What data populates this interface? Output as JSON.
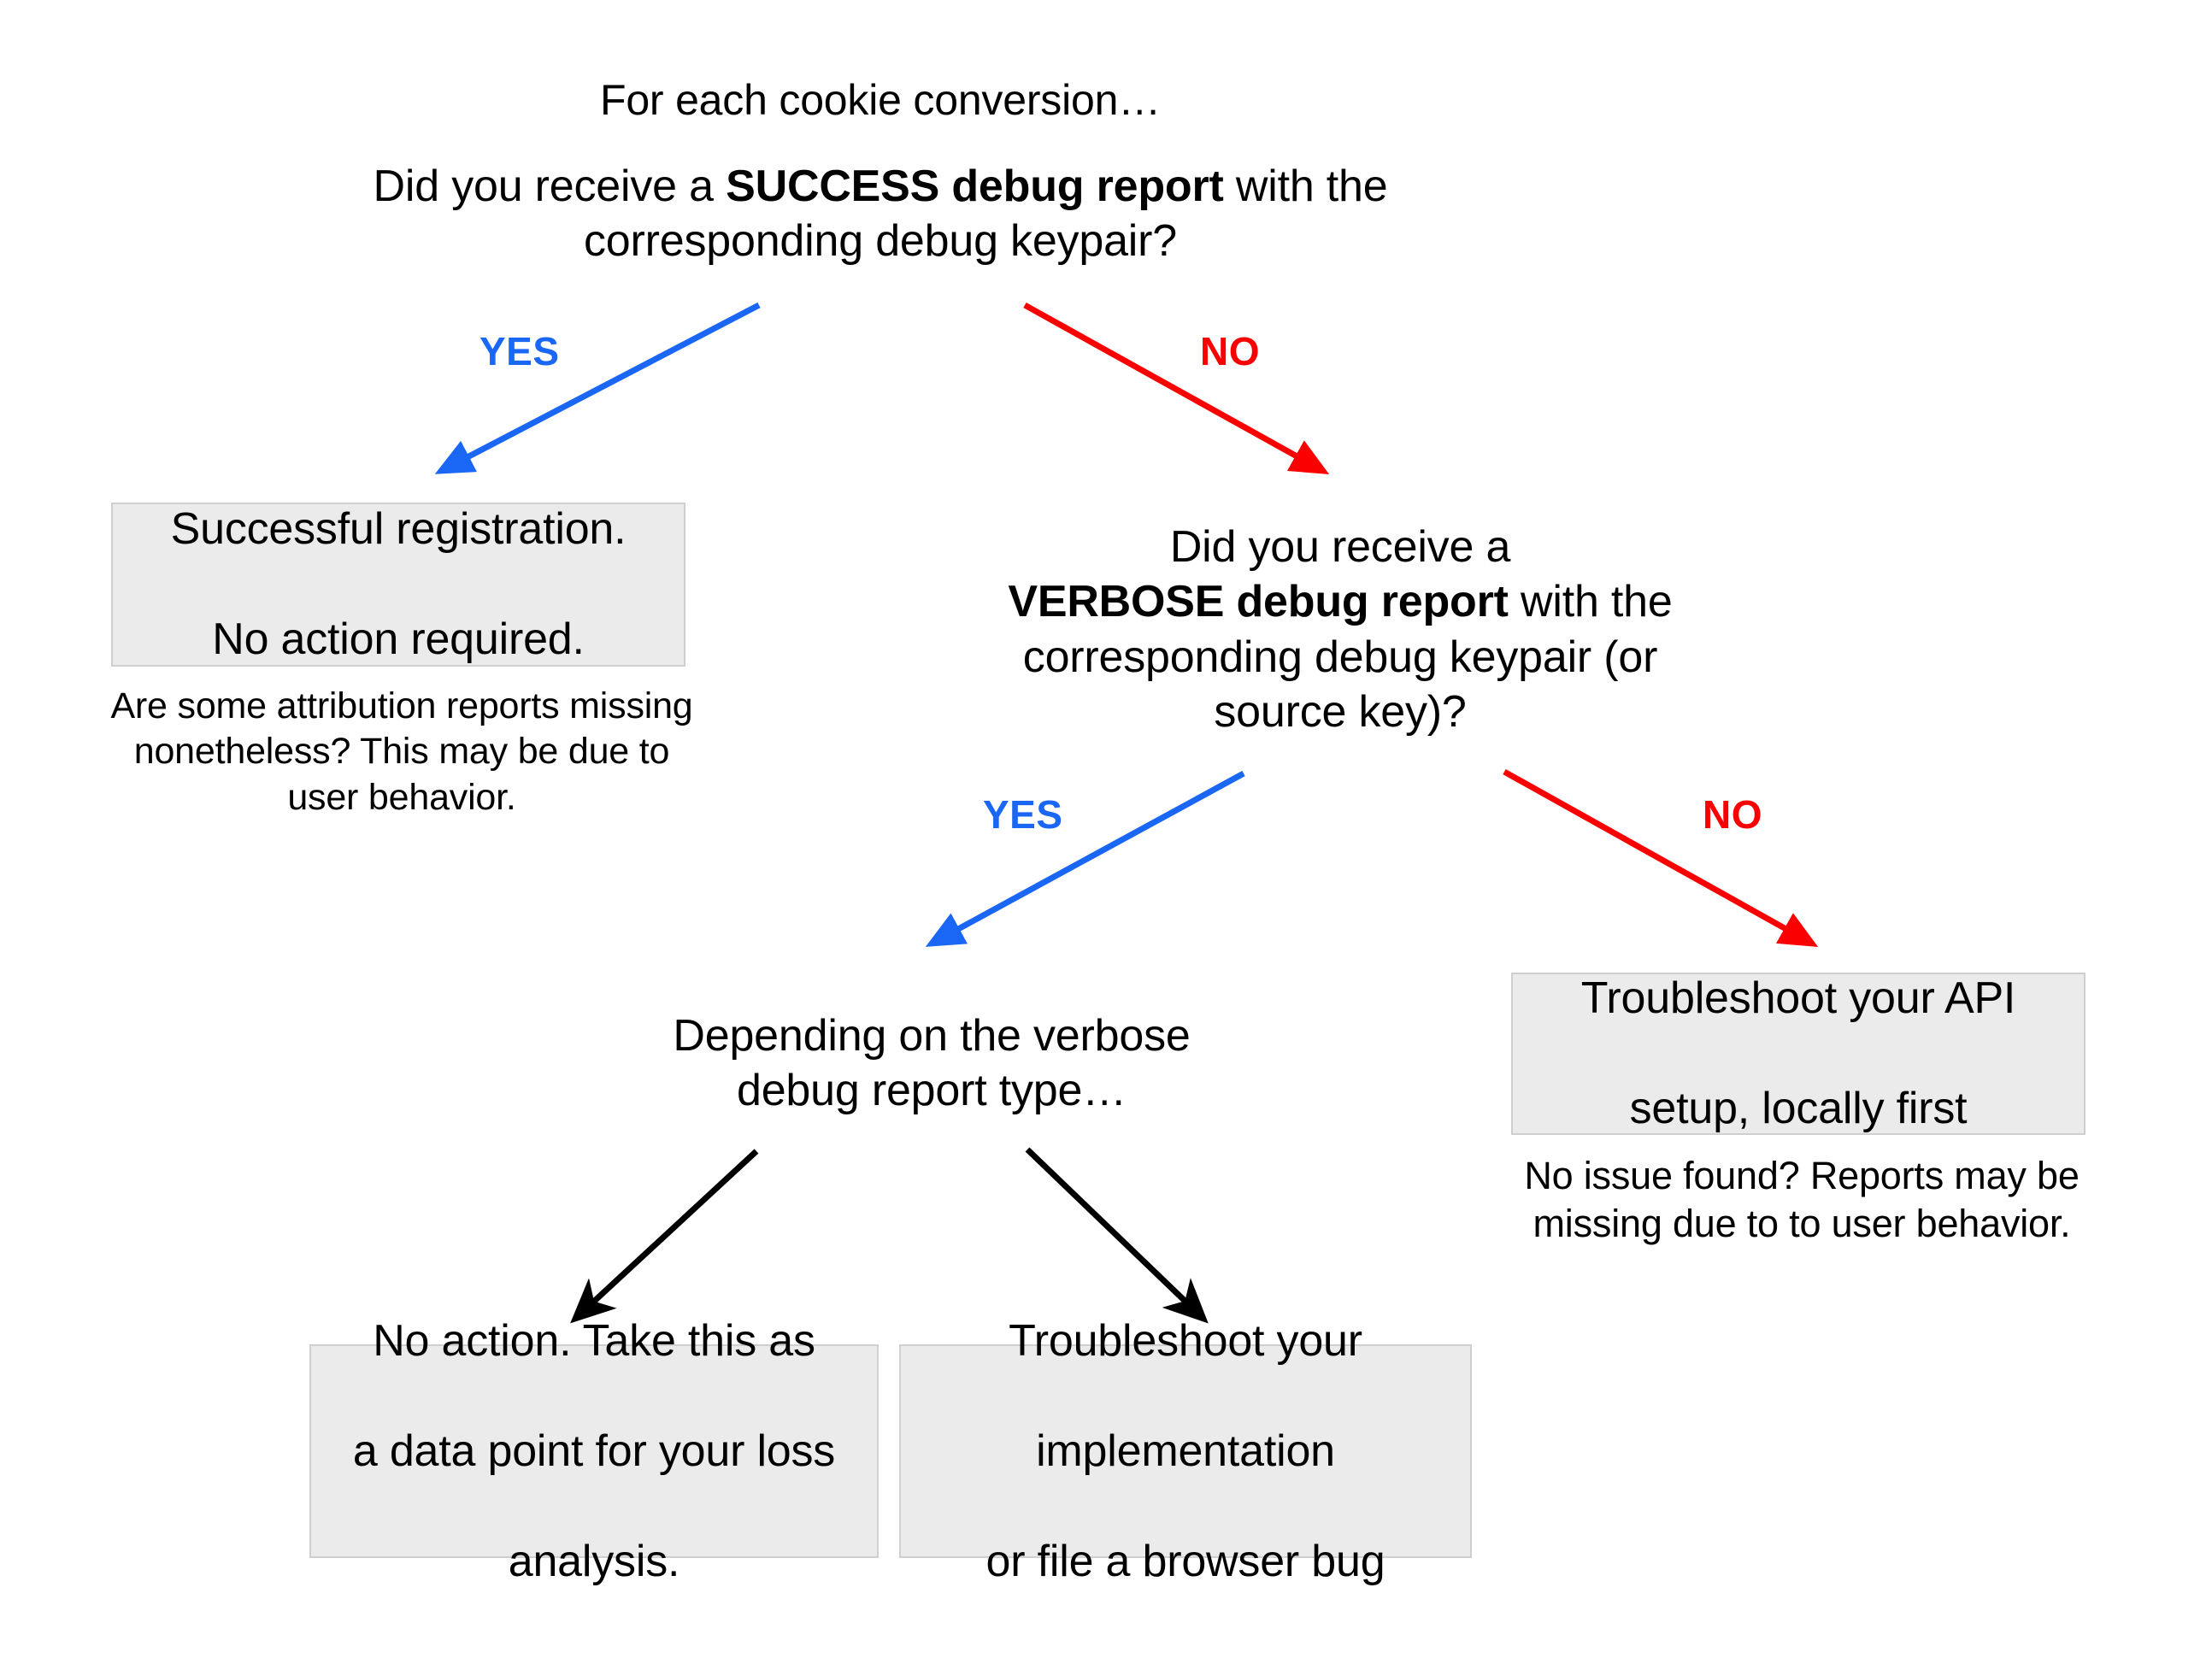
{
  "diagram": {
    "title": "Cookie conversion debug report troubleshooting flowchart",
    "colors": {
      "yes_edge": "#1a66f5",
      "no_edge": "#fa0000",
      "neutral_edge": "#000000",
      "box_fill": "#ebebeb",
      "box_border": "#cfcfcf",
      "text": "#000000",
      "background": "#ffffff"
    },
    "nodes": {
      "root_intro": "For each cookie conversion…",
      "root_question_pre": "Did you receive a ",
      "root_question_bold": "SUCCESS debug report",
      "root_question_post": " with the corresponding debug keypair?",
      "success_box_line1": "Successful registration.",
      "success_box_line2": "No action required.",
      "success_note": "Are some attribution reports missing nonetheless? This may be due to user behavior.",
      "verbose_question_pre": "Did you receive a",
      "verbose_question_bold": "VERBOSE debug report",
      "verbose_question_post": " with the corresponding debug keypair (or source key)?",
      "verbose_type_note_line1": "Depending on the verbose",
      "verbose_type_note_line2": "debug report type…",
      "api_box_line1": "Troubleshoot your API",
      "api_box_line2": "setup, locally first",
      "api_note": "No issue found? Reports may be missing due to to user behavior.",
      "no_action_box_line1": "No action. Take this as",
      "no_action_box_line2": "a data point for your loss",
      "no_action_box_line3": "analysis.",
      "impl_box_line1": "Troubleshoot your",
      "impl_box_line2": "implementation",
      "impl_box_line3": "or file a browser bug"
    },
    "edges": {
      "yes_1": "YES",
      "no_1": "NO",
      "yes_2": "YES",
      "no_2": "NO"
    }
  }
}
